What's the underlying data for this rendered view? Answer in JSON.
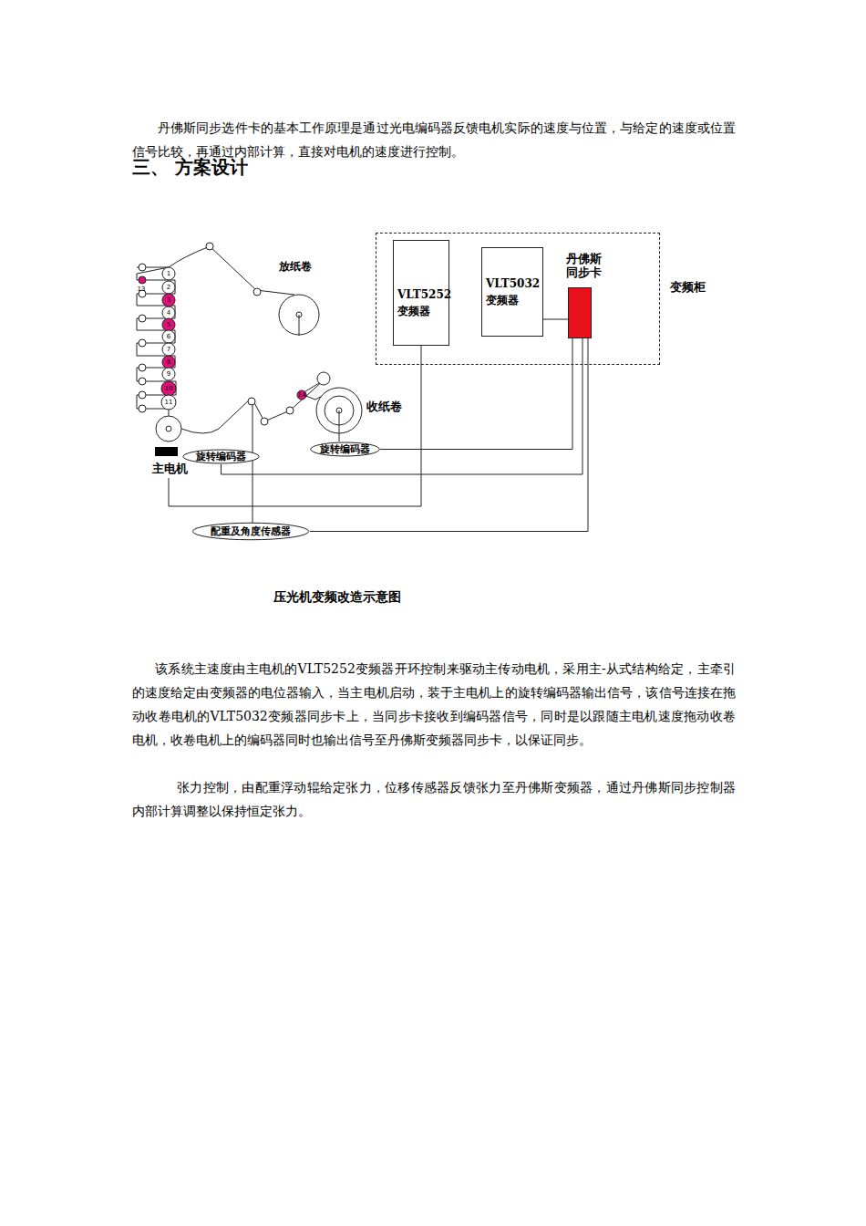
{
  "diagram": {
    "title": "三、 方案设计",
    "caption": "压光机变频改造示意图",
    "nodes": [
      {
        "text": [
          "变频柜"
        ]
      },
      {
        "text": [
          "VLT5252 变频器"
        ],
        "in": 0
      },
      {
        "text": [
          "VLT5032 变频器"
        ],
        "in": 0
      },
      {
        "text": [
          "丹佛斯 同步卡"
        ],
        "in": 0
      },
      {
        "text": [
          "主电机"
        ]
      },
      {
        "text": [
          "旋转编码器"
        ]
      },
      {
        "text": [
          "旋转编码器"
        ]
      },
      {
        "text": [
          "配重及角度传感器"
        ]
      }
    ],
    "edges": [
      {
        "from": 1,
        "to": 4,
        "arrow": "none"
      },
      {
        "from": 2,
        "to": 3,
        "arrow": "none"
      },
      {
        "from": 3,
        "to": 6,
        "arrow": "none"
      },
      {
        "from": 3,
        "to": 5,
        "arrow": "none"
      },
      {
        "from": 3,
        "to": 7,
        "arrow": "none"
      }
    ],
    "labels": [
      "丹佛斯同步选件卡的基本工作原理是通过光电编码器反馈电机实际的速度与位置，与给定的速度或位置信号比较，再通过内部计算，直接对电机的速度进行控制。",
      "放纸卷",
      "收纸卷",
      "1",
      "2",
      "3",
      "4",
      "5",
      "6",
      "7",
      "8",
      "9",
      "10",
      "11",
      "13",
      "14",
      "该系统主速度由主电机的VLT5252变频器开环控制来驱动主传动电机，采用主-从式结构给定，主牵引的速度给定由变频器的电位器输入，当主电机启动，装于主电机上的旋转编码器输出信号，该信号连接在拖动收卷电机的VLT5032变频器同步卡上，当同步卡接收到编码器信号，同时是以跟随主电机速度拖动收卷电机，收卷电机上的编码器同时也输出信号至丹佛斯变频器同步卡，以保证同步。",
      "张力控制，由配重浮动辊给定张力，位移传感器反馈张力至丹佛斯变频器，通过丹佛斯同步控制器内部计算调整以保持恒定张力。"
    ]
  }
}
